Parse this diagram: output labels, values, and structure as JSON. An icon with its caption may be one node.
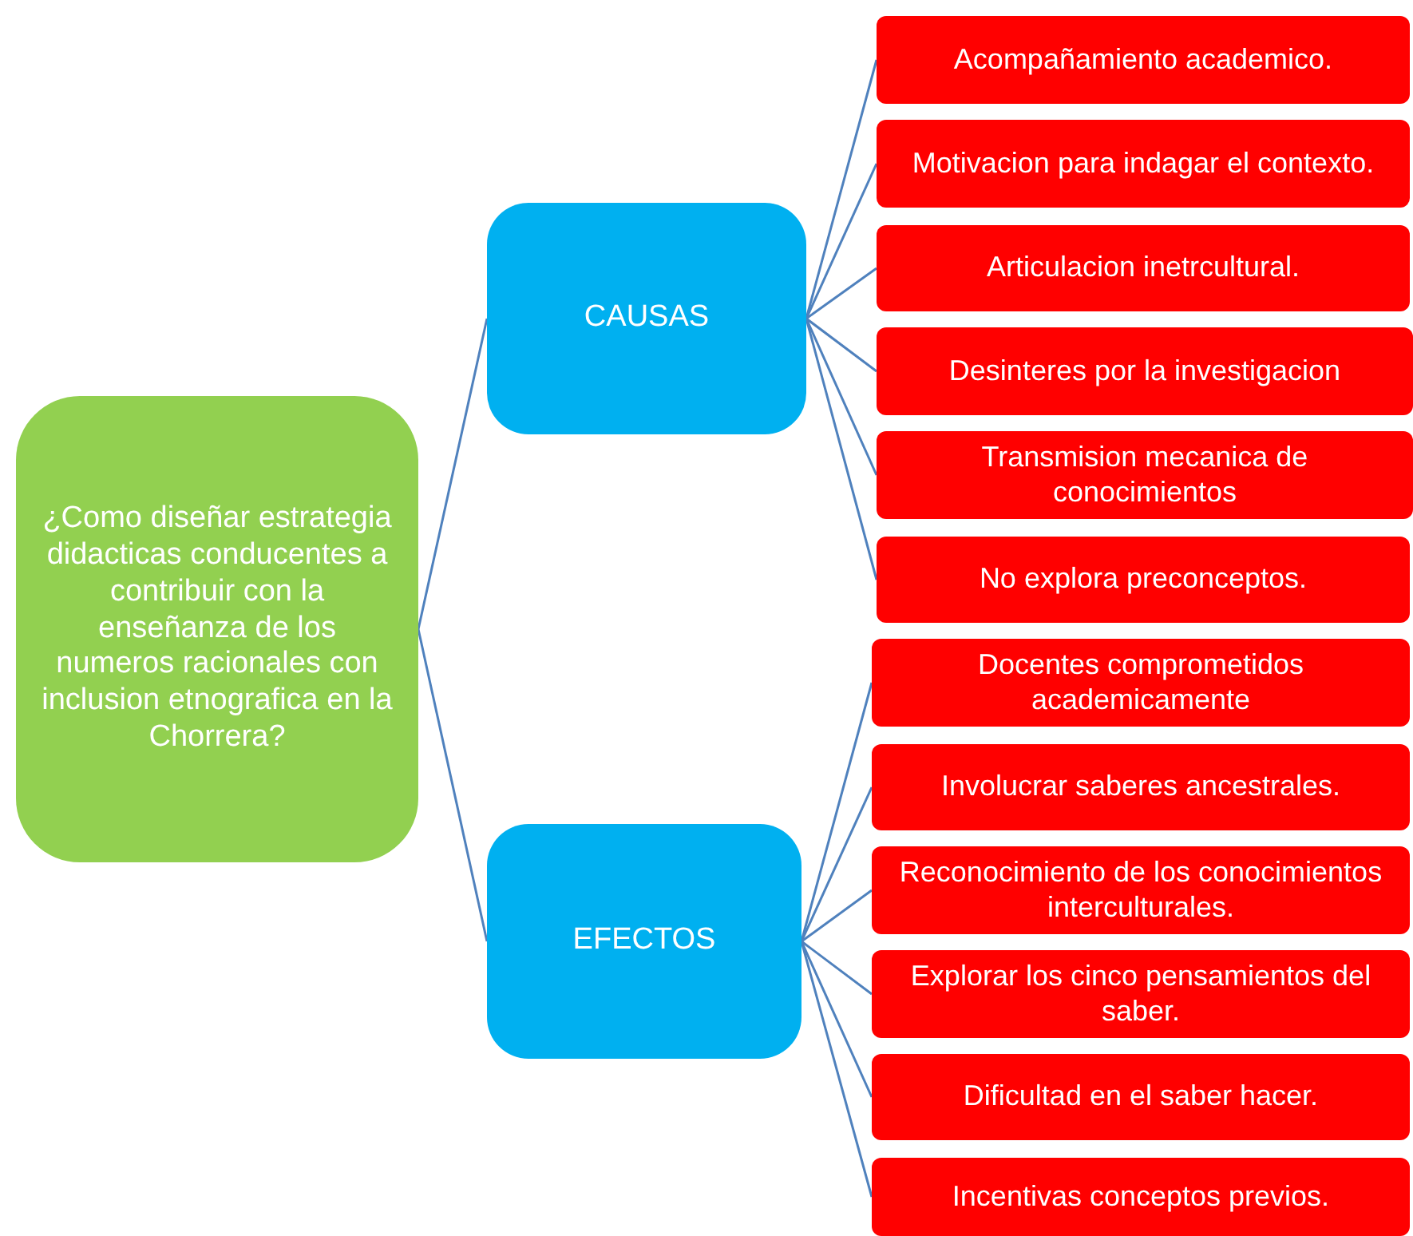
{
  "diagram": {
    "nodes": [
      {
        "text": [
          "¿Como diseñar estrategia didacticas conducentes a contribuir con la enseñanza de los numeros racionales con inclusion etnografica en la Chorrera?"
        ]
      },
      {
        "text": [
          "CAUSAS"
        ]
      },
      {
        "text": [
          "EFECTOS"
        ]
      },
      {
        "text": [
          "Acompañamiento academico."
        ]
      },
      {
        "text": [
          "Motivacion para indagar el contexto."
        ]
      },
      {
        "text": [
          "Articulacion inetrcultural."
        ]
      },
      {
        "text": [
          "Desinteres por la investigacion"
        ]
      },
      {
        "text": [
          "Transmision mecanica de conocimientos"
        ]
      },
      {
        "text": [
          "No explora preconceptos."
        ]
      },
      {
        "text": [
          "Docentes comprometidos academicamente"
        ]
      },
      {
        "text": [
          "Involucrar saberes ancestrales."
        ]
      },
      {
        "text": [
          "Reconocimiento de los conocimientos interculturales."
        ]
      },
      {
        "text": [
          "Explorar los cinco pensamientos del saber."
        ]
      },
      {
        "text": [
          "Dificultad en el saber hacer."
        ]
      },
      {
        "text": [
          "Incentivas conceptos previos."
        ]
      }
    ],
    "edges": [
      {
        "from": 0,
        "to": 1,
        "arrow": "none"
      },
      {
        "from": 0,
        "to": 2,
        "arrow": "none"
      },
      {
        "from": 1,
        "to": 3,
        "arrow": "none"
      },
      {
        "from": 1,
        "to": 4,
        "arrow": "none"
      },
      {
        "from": 1,
        "to": 5,
        "arrow": "none"
      },
      {
        "from": 1,
        "to": 6,
        "arrow": "none"
      },
      {
        "from": 1,
        "to": 7,
        "arrow": "none"
      },
      {
        "from": 1,
        "to": 8,
        "arrow": "none"
      },
      {
        "from": 2,
        "to": 9,
        "arrow": "none"
      },
      {
        "from": 2,
        "to": 10,
        "arrow": "none"
      },
      {
        "from": 2,
        "to": 11,
        "arrow": "none"
      },
      {
        "from": 2,
        "to": 12,
        "arrow": "none"
      },
      {
        "from": 2,
        "to": 13,
        "arrow": "none"
      },
      {
        "from": 2,
        "to": 14,
        "arrow": "none"
      }
    ]
  }
}
